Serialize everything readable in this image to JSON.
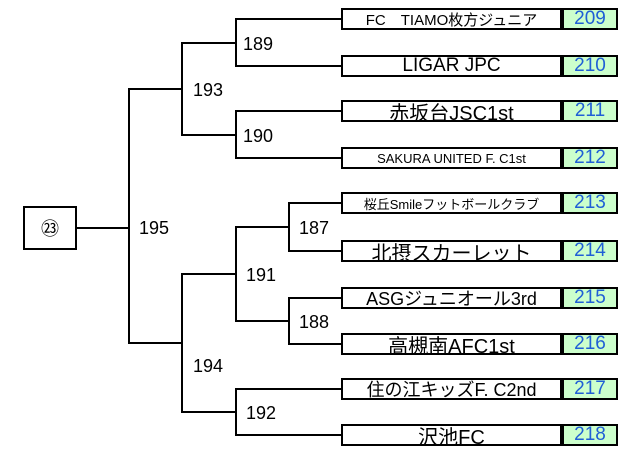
{
  "root": {
    "label": "㉓"
  },
  "matches": {
    "m187": "187",
    "m188": "188",
    "m189": "189",
    "m190": "190",
    "m191": "191",
    "m192": "192",
    "m193": "193",
    "m194": "194",
    "m195": "195"
  },
  "colors": {
    "number_fill": "#ccffcc",
    "number_text": "#1f5fd6",
    "line": "#000000"
  },
  "teams": [
    {
      "name": "FC　TIAMO枚方ジュニア",
      "number": "209"
    },
    {
      "name": "LIGAR JPC",
      "number": "210"
    },
    {
      "name": "赤坂台JSC1st",
      "number": "211"
    },
    {
      "name": "SAKURA UNITED F. C1st",
      "number": "212"
    },
    {
      "name": "桜丘Smileフットボールクラブ",
      "number": "213"
    },
    {
      "name": "北摂スカーレット",
      "number": "214"
    },
    {
      "name": "ASGジュニオール3rd",
      "number": "215"
    },
    {
      "name": "高槻南AFC1st",
      "number": "216"
    },
    {
      "name": "住の江キッズF. C2nd",
      "number": "217"
    },
    {
      "name": "沢池FC",
      "number": "218"
    }
  ]
}
